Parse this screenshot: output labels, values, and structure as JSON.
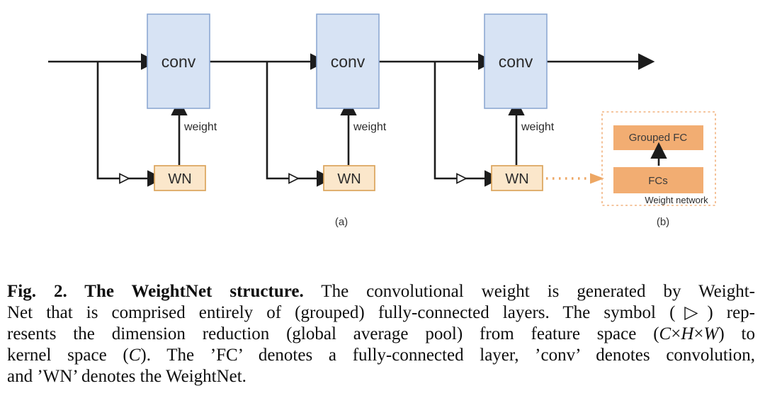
{
  "figure": {
    "diagram": {
      "units": [
        {
          "conv_label": "conv",
          "weight_label": "weight",
          "wn_label": "WN"
        },
        {
          "conv_label": "conv",
          "weight_label": "weight",
          "wn_label": "WN"
        },
        {
          "conv_label": "conv",
          "weight_label": "weight",
          "wn_label": "WN"
        }
      ],
      "weight_network_panel": {
        "grouped_fc_label": "Grouped FC",
        "fcs_label": "FCs",
        "panel_caption": "Weight network"
      },
      "sublabel_a": "(a)",
      "sublabel_b": "(b)",
      "colors": {
        "conv_fill": "#d7e3f4",
        "conv_border": "#8ea9d2",
        "wn_fill": "#fbe7cb",
        "wn_border": "#dba45c",
        "fc_fill": "#f2ad72",
        "panel_dashed_border": "#f2b27e",
        "dotted_arrow": "#eda764",
        "wire": "#1c1c1c"
      }
    },
    "caption": {
      "line1_bold": "Fig. 2. The WeightNet structure.",
      "line1_rest": " The convolutional weight is generated by Weight-",
      "line2": "Net that is comprised entirely of (grouped) fully-connected layers. The symbol (▷) rep-",
      "line3_pre": "resents the dimension reduction (global average pool) from feature space (",
      "line3_var1": "C",
      "line3_times1": "×",
      "line3_var2": "H",
      "line3_times2": "×",
      "line3_var3": "W",
      "line3_post": ") to",
      "line4_pre": "kernel space (",
      "line4_var": "C",
      "line4_post": "). The ’FC’ denotes a fully-connected layer, ’conv’ denotes convolution,",
      "line5": "and ’WN’ denotes the WeightNet."
    }
  }
}
